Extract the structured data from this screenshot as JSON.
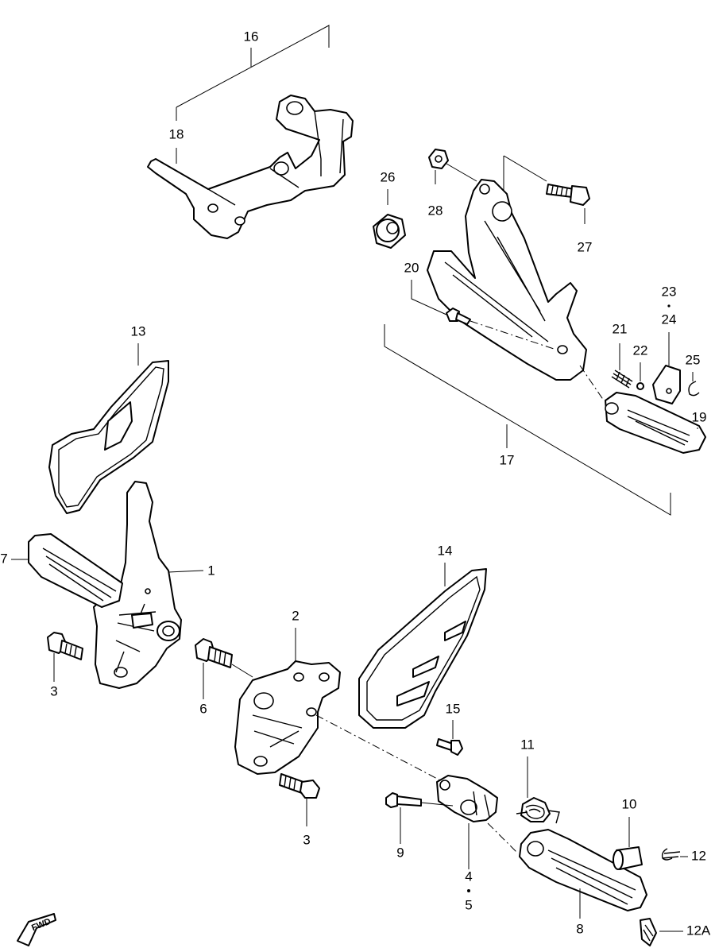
{
  "callouts": {
    "c1": "1",
    "c2": "2",
    "c3a": "3",
    "c3b": "3",
    "c4": "4",
    "c5": "5",
    "c6": "6",
    "c7": "7",
    "c8": "8",
    "c9": "9",
    "c10": "10",
    "c11": "11",
    "c12": "12",
    "c12a": "12A",
    "c13": "13",
    "c14": "14",
    "c15": "15",
    "c16": "16",
    "c17": "17",
    "c18": "18",
    "c19": "19",
    "c20": "20",
    "c21": "21",
    "c22": "22",
    "c23": "23",
    "c24": "24",
    "c25": "25",
    "c26": "26",
    "c27": "27",
    "c28": "28"
  },
  "badge": {
    "fwd": "FWD"
  }
}
